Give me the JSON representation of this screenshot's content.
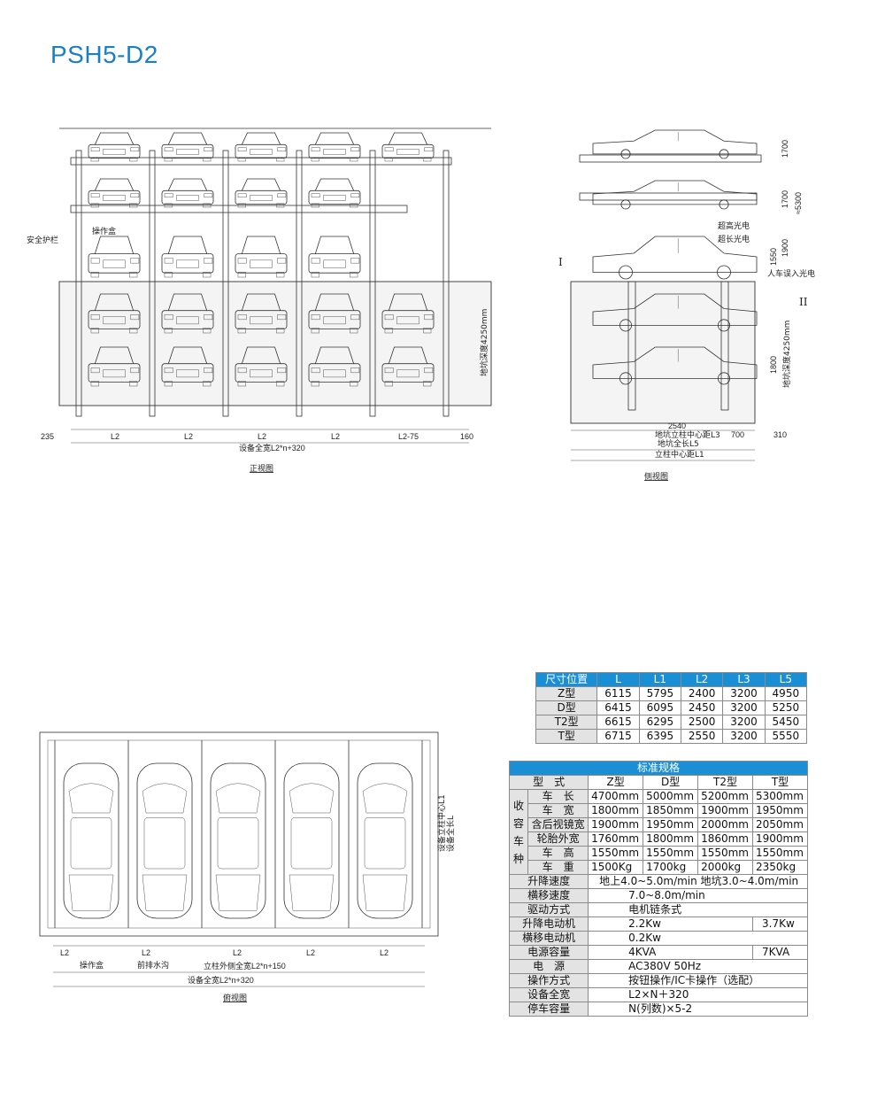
{
  "title": "PSH5-D2",
  "front_view": {
    "caption": "正视图",
    "labels": {
      "control_box": "操作盒",
      "guardrail": "安全护栏",
      "pit_depth": "地坑深度4250mm"
    },
    "dims": [
      "235",
      "L2",
      "L2",
      "L2",
      "L2",
      "L2-75",
      "160"
    ],
    "total_width": "设备全宽L2*n+320"
  },
  "side_view": {
    "caption": "侧视图",
    "heights": [
      "1700",
      "1700",
      "1900",
      "1550",
      "1800"
    ],
    "total_height": "≈5300",
    "pit_depth": "地坑深度4250mm",
    "labels": {
      "over_height_sensor": "超高光电",
      "over_length_sensor": "超长光电",
      "intrusion_sensor": "人车误入光电",
      "mark1": "I",
      "mark2": "II"
    },
    "dims": {
      "d2540": "2540",
      "l3": "地坑立柱中心距L3",
      "d700": "700",
      "d310": "310",
      "l5": "地坑全长L5",
      "l1": "立柱中心距L1"
    }
  },
  "top_view": {
    "caption": "俯视图",
    "labels": {
      "control_box": "操作盒",
      "drain": "前排水沟",
      "l1_vert": "设备立柱中心L1",
      "l_vert": "设备全长L"
    },
    "dims": [
      "L2",
      "L2",
      "L2",
      "L2",
      "L2"
    ],
    "col_width": "立柱外侧全宽L2*n+150",
    "total_width": "设备全宽L2*n+320"
  },
  "dim_table": {
    "headers": [
      "尺寸位置",
      "L",
      "L1",
      "L2",
      "L3",
      "L5"
    ],
    "rows": [
      [
        "Z型",
        "6115",
        "5795",
        "2400",
        "3200",
        "4950"
      ],
      [
        "D型",
        "6415",
        "6095",
        "2450",
        "3200",
        "5250"
      ],
      [
        "T2型",
        "6615",
        "6295",
        "2500",
        "3200",
        "5450"
      ],
      [
        "T型",
        "6715",
        "6395",
        "2550",
        "3200",
        "5550"
      ]
    ]
  },
  "spec_table": {
    "title": "标准规格",
    "type_label": "型　式",
    "types": [
      "Z型",
      "D型",
      "T2型",
      "T型"
    ],
    "group_chars": [
      "收",
      "容",
      "车",
      "种"
    ],
    "car_rows": [
      {
        "label": "车　长",
        "values": [
          "4700mm",
          "5000mm",
          "5200mm",
          "5300mm"
        ]
      },
      {
        "label": "车　宽",
        "values": [
          "1800mm",
          "1850mm",
          "1900mm",
          "1950mm"
        ]
      },
      {
        "label": "含后视镜宽",
        "values": [
          "1900mm",
          "1950mm",
          "2000mm",
          "2050mm"
        ]
      },
      {
        "label": "轮胎外宽",
        "values": [
          "1760mm",
          "1800mm",
          "1860mm",
          "1900mm"
        ]
      },
      {
        "label": "车　高",
        "values": [
          "1550mm",
          "1550mm",
          "1550mm",
          "1550mm"
        ]
      },
      {
        "label": "车　重",
        "values": [
          "1500Kg",
          "1700kg",
          "2000kg",
          "2350kg"
        ]
      }
    ],
    "lift_speed": {
      "label": "升降速度",
      "value": "地上4.0~5.0m/min  地坑3.0~4.0m/min"
    },
    "traverse_speed": {
      "label": "横移速度",
      "value": "7.0~8.0m/min"
    },
    "drive": {
      "label": "驱动方式",
      "value": "电机链条式"
    },
    "lift_motor": {
      "label": "升降电动机",
      "value1": "2.2Kw",
      "value2": "3.7Kw"
    },
    "traverse_motor": {
      "label": "横移电动机",
      "value": "0.2Kw"
    },
    "power_capacity": {
      "label": "电源容量",
      "value1": "4KVA",
      "value2": "7KVA"
    },
    "power": {
      "label": "电　源",
      "value": "AC380V  50Hz"
    },
    "operation": {
      "label": "操作方式",
      "value": "按钮操作/IC卡操作（选配）"
    },
    "width": {
      "label": "设备全宽",
      "value": "L2×N＋320"
    },
    "capacity": {
      "label": "停车容量",
      "value": "N(列数)×5-2"
    }
  }
}
